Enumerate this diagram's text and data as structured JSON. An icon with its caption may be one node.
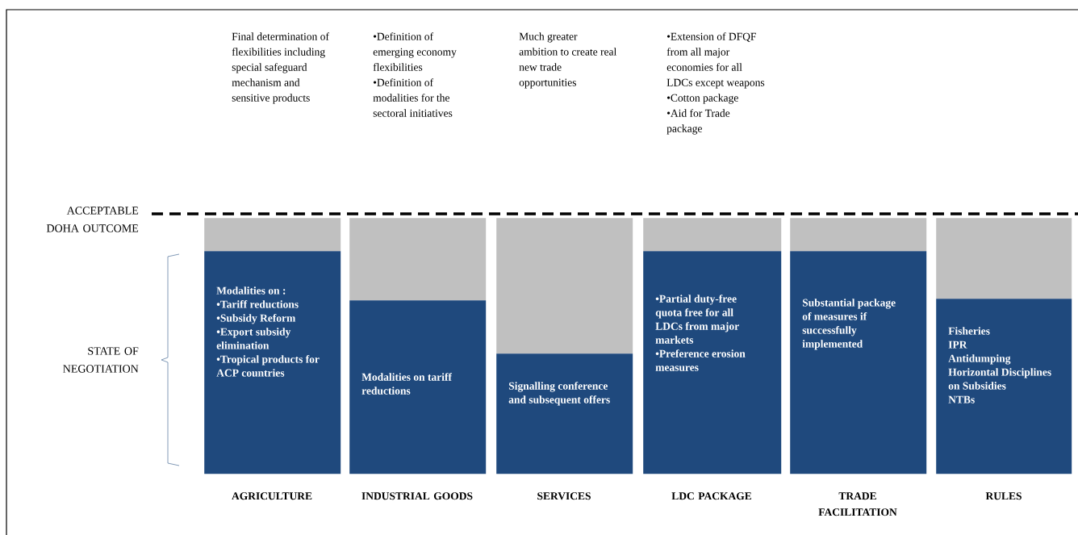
{
  "diagram": {
    "nodes": [
      {
        "text": [],
        "shape": "bar"
      },
      {
        "text": [
          "Modalities on :",
          "•Tariff reductions",
          "•Subsidy Reform",
          "•Export subsidy elimination",
          "•Tropical products for ACP countries"
        ],
        "beside": [
          "AGRICULTURE"
        ]
      },
      {
        "text": [],
        "shape": "bar"
      },
      {
        "text": [
          "Modalities on tariff reductions"
        ],
        "beside": [
          "INDUSTRIAL GOODS"
        ]
      },
      {
        "text": [],
        "shape": "bar"
      },
      {
        "text": [
          "Signalling conference and subsequent offers"
        ],
        "beside": [
          "SERVICES"
        ]
      },
      {
        "text": [],
        "shape": "bar"
      },
      {
        "text": [
          "•Partial duty-free quota free for all LDCs from  major markets",
          "•Preference erosion measures"
        ],
        "beside": [
          "LDC PACKAGE"
        ]
      },
      {
        "text": [],
        "shape": "bar"
      },
      {
        "text": [
          "Substantial package of measures if successfully implemented"
        ],
        "beside": [
          "TRADE FACILITATION"
        ]
      },
      {
        "text": [],
        "shape": "bar"
      },
      {
        "text": [
          "Fisheries",
          "IPR",
          "Antidumping",
          "Horizontal Disciplines on Subsidies",
          "NTBs"
        ],
        "beside": [
          "RULES"
        ]
      }
    ],
    "labels": [
      "Final determination of flexibilities including special safeguard mechanism and sensitive products",
      "•Definition of emerging economy flexibilities",
      "•Definition of modalities for the sectoral initiatives",
      "Much greater ambition to create real new trade opportunities",
      "•Extension of DFQF from all major economies for all LDCs except weapons",
      "•Cotton package",
      "•Aid for Trade package",
      "ACCEPTABLE DOHA OUTCOME",
      "STATE OF NEGOTIATION"
    ]
  }
}
